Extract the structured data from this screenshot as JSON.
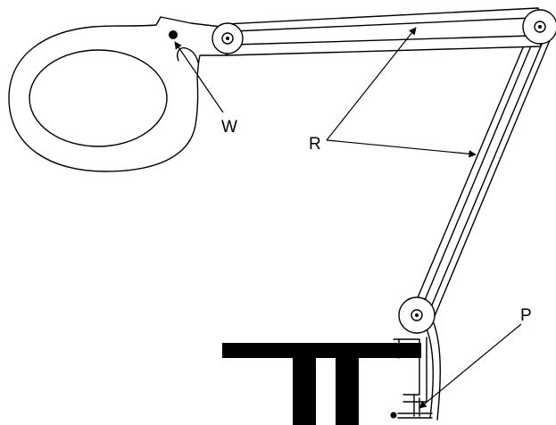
{
  "labels": {
    "w": "W",
    "r": "R",
    "p": "P"
  },
  "colors": {
    "ink": "#000000",
    "paper": "#ffffff"
  }
}
